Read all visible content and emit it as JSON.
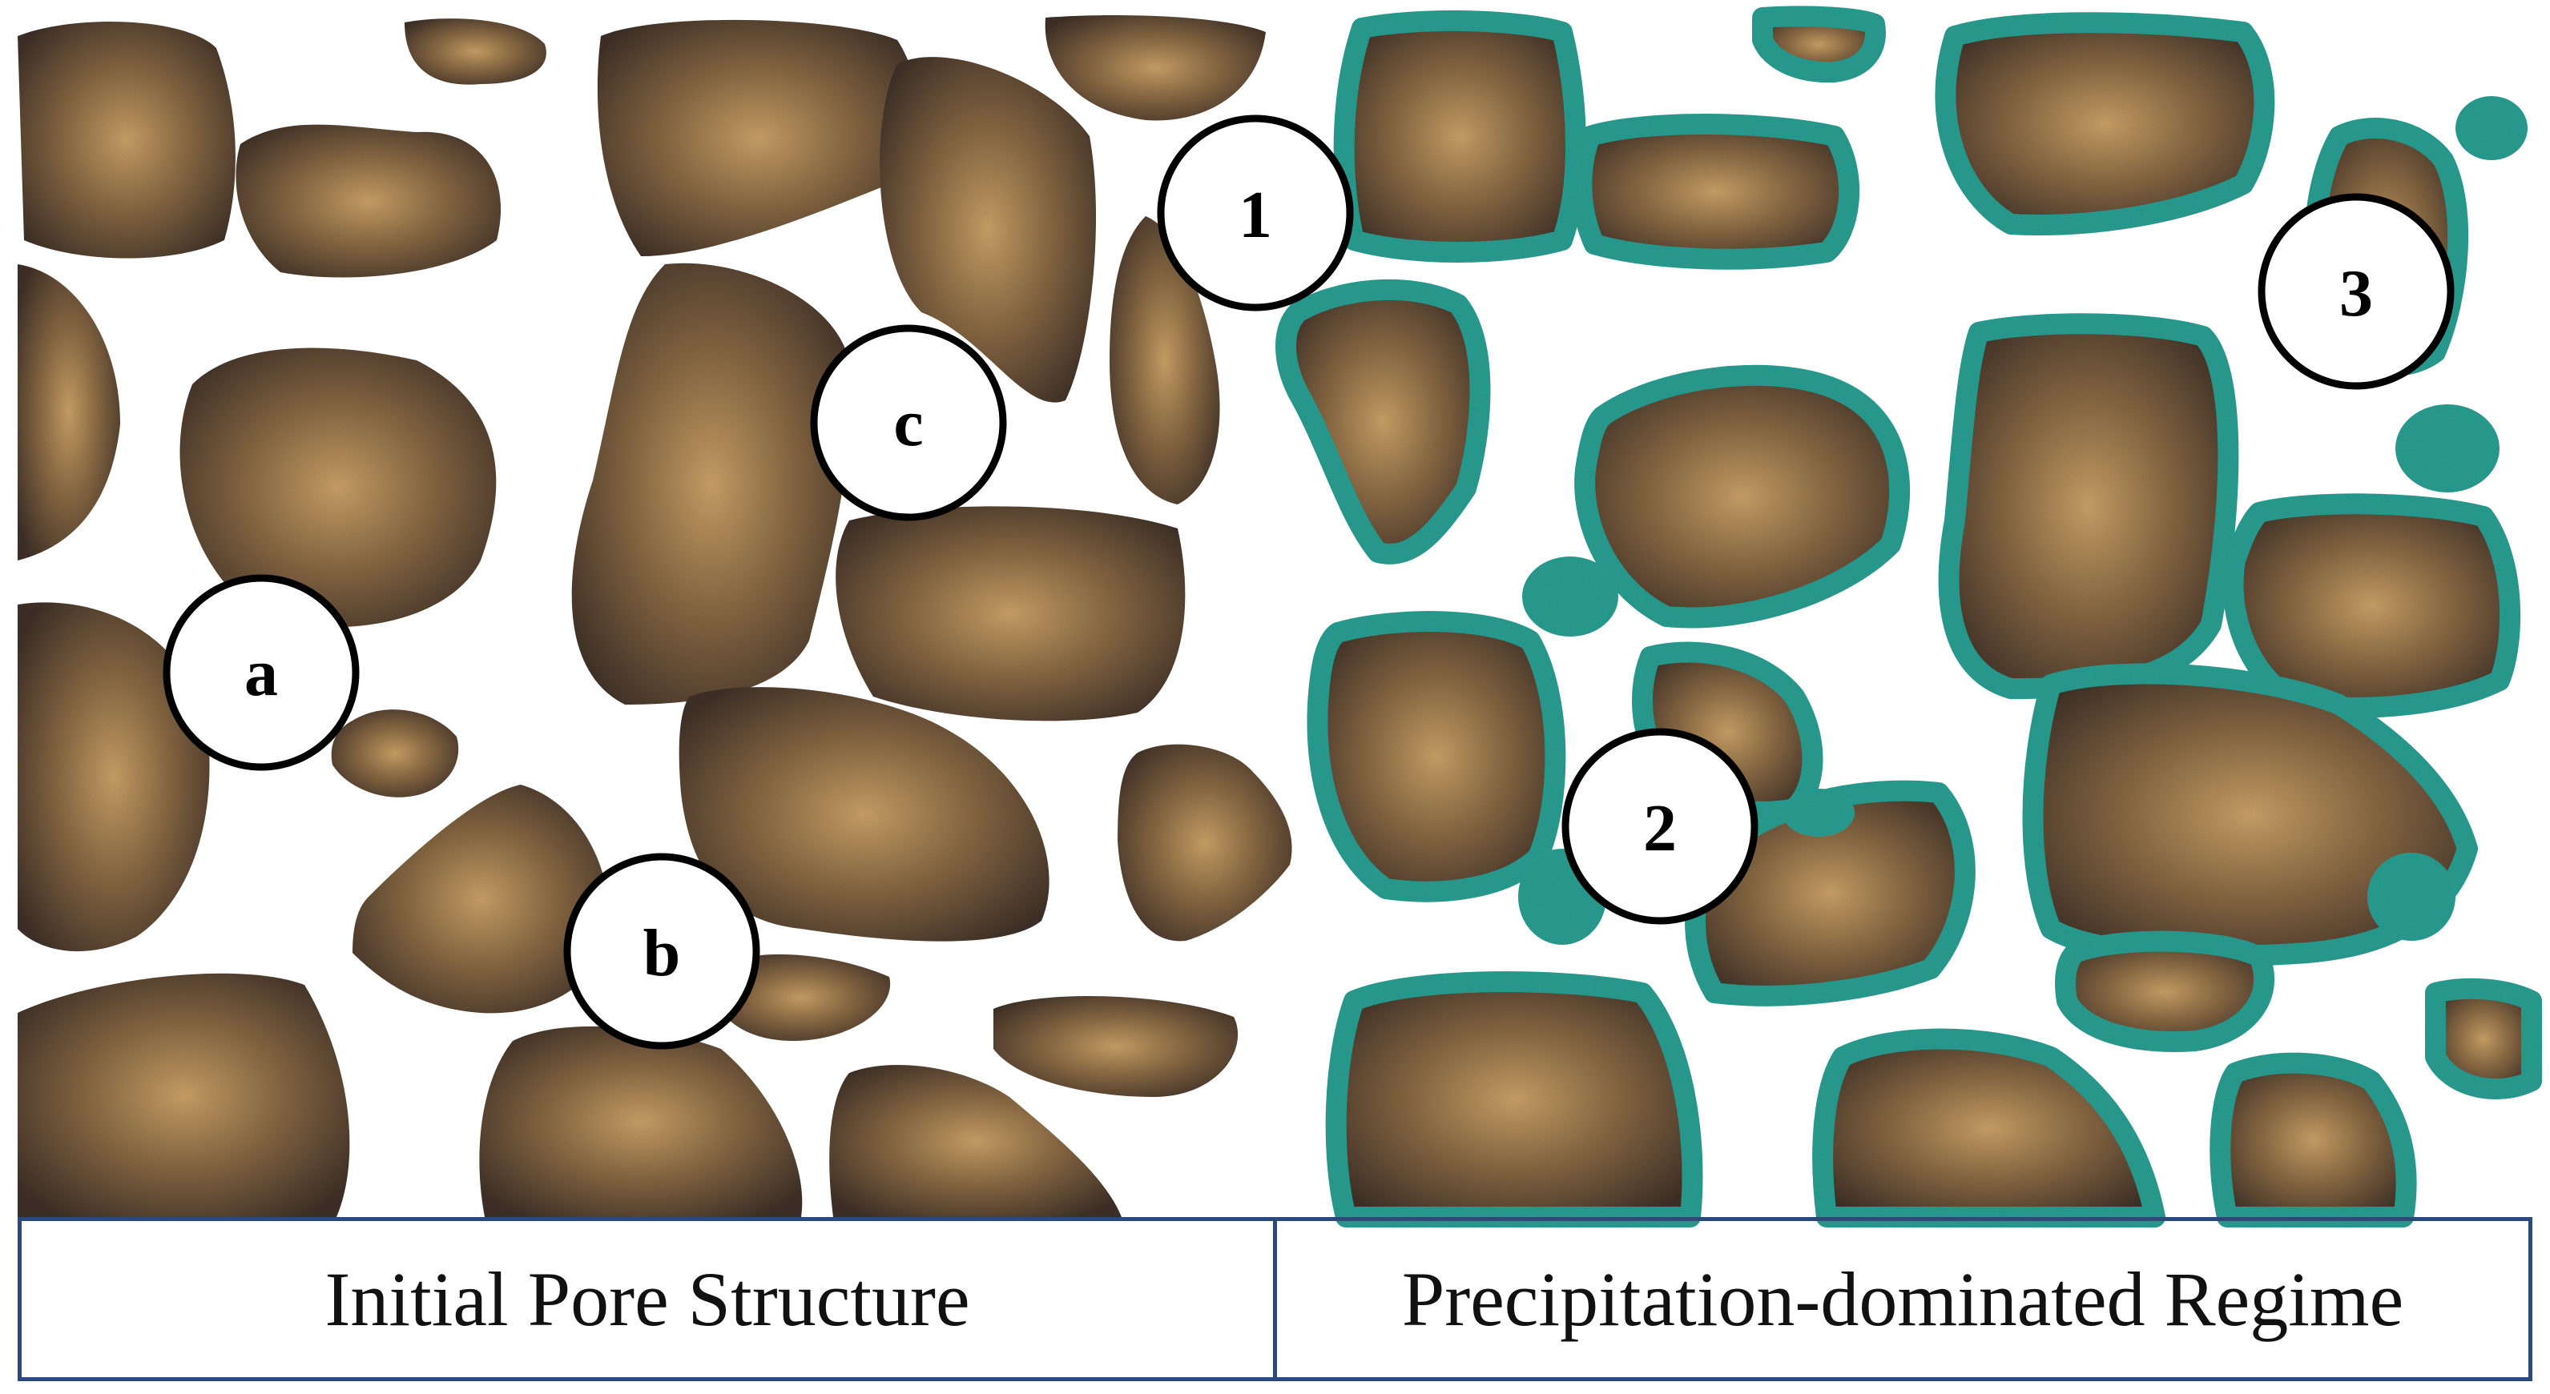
{
  "panels": [
    {
      "caption": "Initial Pore Structure"
    },
    {
      "caption": "Precipitation-dominated Regime"
    }
  ],
  "markers": [
    "a",
    "b",
    "c",
    "1",
    "2",
    "3"
  ],
  "colors": {
    "grain_edge": "#3a2d22",
    "grain_core": "#c9a066",
    "precipitate": "#2a9d91",
    "border": "#2b4a78"
  }
}
